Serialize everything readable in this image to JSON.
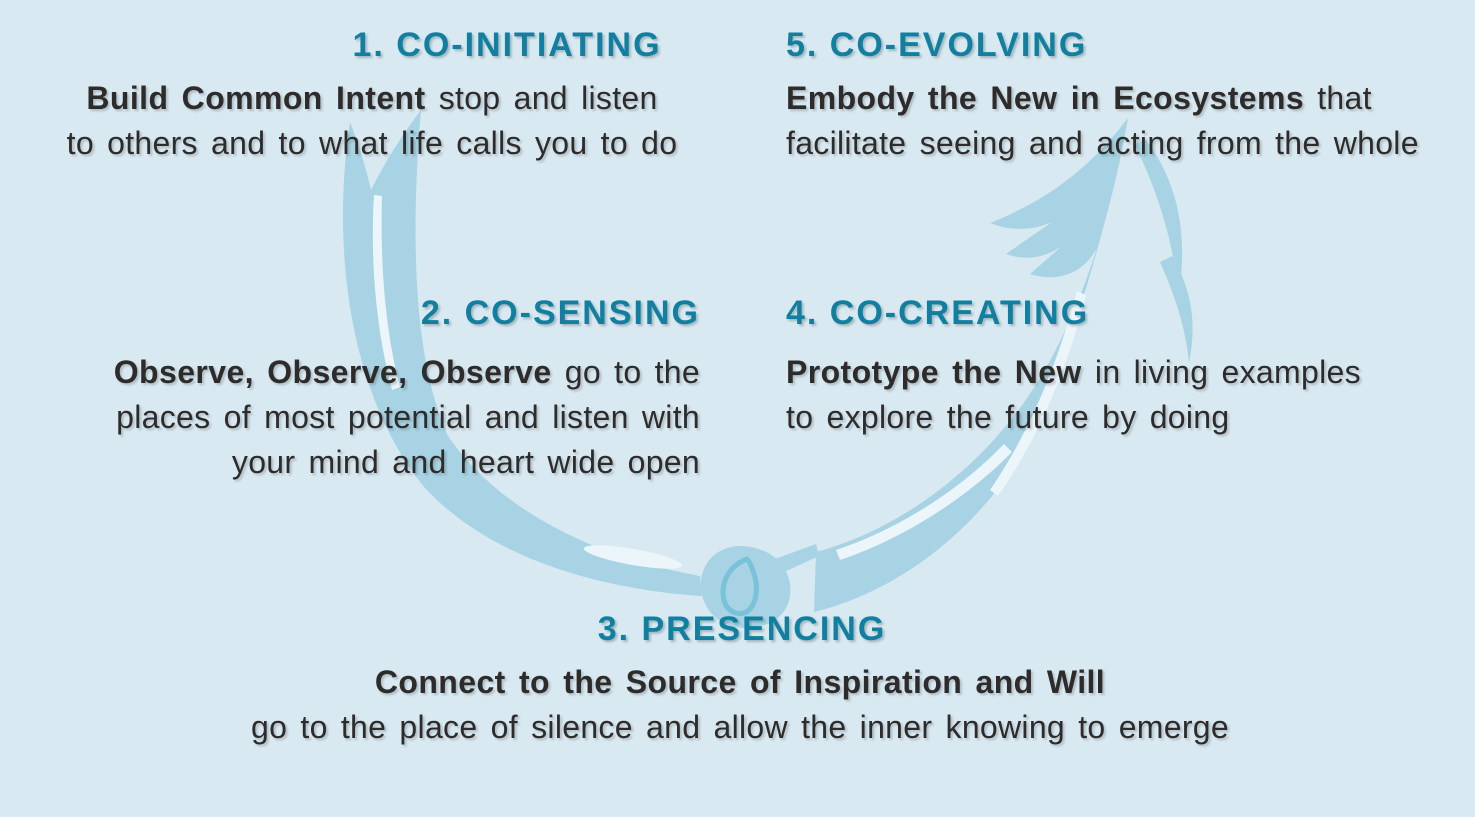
{
  "colors": {
    "bg": "#d9e9f1",
    "arrow": "#a7d3e4",
    "leaf": "#79c2d9",
    "heading": "#117f9f",
    "body": "#2e2c2b",
    "highlight": "#ecf5f9"
  },
  "icons": {
    "u_arrow": "u-shaped-brush-arrow",
    "seed": "seed-gem-with-leaf"
  },
  "stages": [
    {
      "heading": "1. CO-INITIATING",
      "lines": [
        {
          "bold": "Build Common Intent",
          "rest": " stop and listen"
        },
        {
          "bold": "",
          "rest": "to others and to what life calls you to do"
        }
      ]
    },
    {
      "heading": "2. CO-SENSING",
      "lines": [
        {
          "bold": "Observe, Observe, Observe",
          "rest": " go to the"
        },
        {
          "bold": "",
          "rest": "places of most potential and listen with"
        },
        {
          "bold": "",
          "rest": "your mind and heart wide open"
        }
      ]
    },
    {
      "heading": "3. PRESENCING",
      "lines": [
        {
          "bold": "Connect to the Source of Inspiration and Will",
          "rest": ""
        },
        {
          "bold": "",
          "rest": "go to the place of silence and allow the inner knowing to emerge"
        }
      ]
    },
    {
      "heading": "4. CO-CREATING",
      "lines": [
        {
          "bold": "Prototype the New",
          "rest": " in living examples"
        },
        {
          "bold": "",
          "rest": "to explore the future by doing"
        }
      ]
    },
    {
      "heading": "5. CO-EVOLVING",
      "lines": [
        {
          "bold": "Embody the New in Ecosystems",
          "rest": " that"
        },
        {
          "bold": "",
          "rest": "facilitate seeing and acting from the whole"
        }
      ]
    }
  ]
}
